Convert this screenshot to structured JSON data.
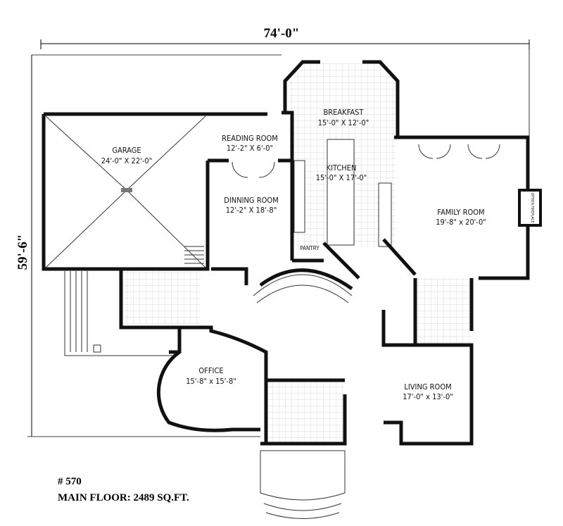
{
  "dimensions": {
    "width": "74'-0\"",
    "depth": "59'-6\""
  },
  "rooms": [
    {
      "name": "GARAGE",
      "size": "24'-0\" X 22'-0\""
    },
    {
      "name": "READING ROOM",
      "size": "12'-2\" X 6'-0\""
    },
    {
      "name": "DINNING ROOM",
      "size": "12'-2\" X 18'-8\""
    },
    {
      "name": "BREAKFAST",
      "size": "15'-0\" X 12'-0\""
    },
    {
      "name": "KITCHEN",
      "size": "15'-0\" X 17'-0\""
    },
    {
      "name": "FAMILY ROOM",
      "size": "19'-8\" x 20'-0\""
    },
    {
      "name": "OFFICE",
      "size": "15'-8\" x 15'-8\""
    },
    {
      "name": "LIVING ROOM",
      "size": "17'-0\" x 13'-0\""
    }
  ],
  "small_labels": {
    "pantry": "PANTRY",
    "fireplace": "OPTION FIREPLACE"
  },
  "plan_number": "# 570",
  "area": "MAIN FLOOR: 2489 SQ.FT."
}
